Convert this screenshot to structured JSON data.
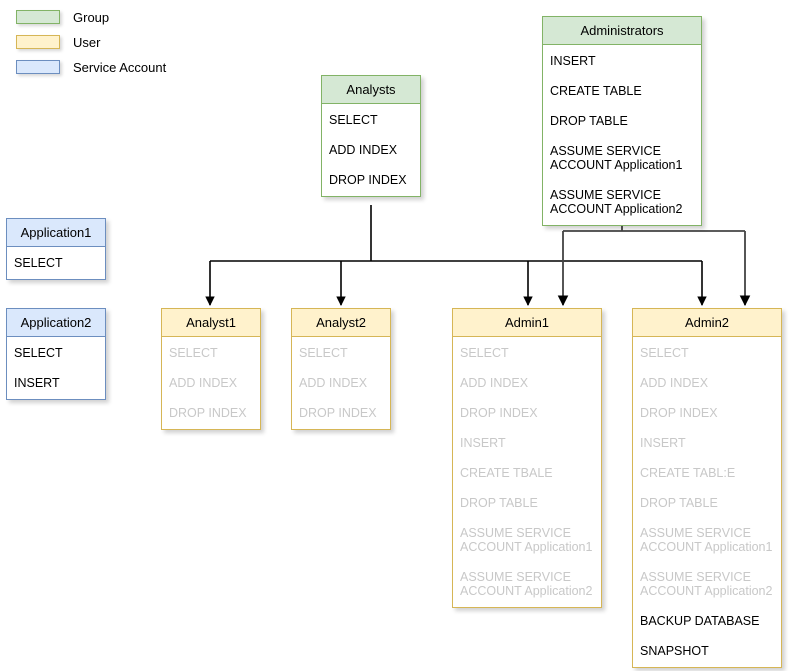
{
  "legend": {
    "items": [
      {
        "label": "Group",
        "color": "#d5e8d4",
        "border": "#82b366"
      },
      {
        "label": "User",
        "color": "#fff2cc",
        "border": "#d6b656"
      },
      {
        "label": "Service Account",
        "color": "#dae8fc",
        "border": "#6c8ebf"
      }
    ]
  },
  "nodes": {
    "analysts": {
      "title": "Analysts",
      "type": "Group",
      "permissions": [
        {
          "text": "SELECT",
          "inherited": false
        },
        {
          "text": "ADD INDEX",
          "inherited": false
        },
        {
          "text": "DROP INDEX",
          "inherited": false
        }
      ]
    },
    "administrators": {
      "title": "Administrators",
      "type": "Group",
      "permissions": [
        {
          "text": "INSERT",
          "inherited": false
        },
        {
          "text": "CREATE TABLE",
          "inherited": false
        },
        {
          "text": "DROP TABLE",
          "inherited": false
        },
        {
          "text": "ASSUME SERVICE\nACCOUNT Application1",
          "inherited": false
        },
        {
          "text": "ASSUME SERVICE\nACCOUNT Application2",
          "inherited": false
        }
      ]
    },
    "application1": {
      "title": "Application1",
      "type": "Service Account",
      "permissions": [
        {
          "text": "SELECT",
          "inherited": false
        }
      ]
    },
    "application2": {
      "title": "Application2",
      "type": "Service Account",
      "permissions": [
        {
          "text": "SELECT",
          "inherited": false
        },
        {
          "text": "INSERT",
          "inherited": false
        }
      ]
    },
    "analyst1": {
      "title": "Analyst1",
      "type": "User",
      "permissions": [
        {
          "text": "SELECT",
          "inherited": true
        },
        {
          "text": "ADD INDEX",
          "inherited": true
        },
        {
          "text": "DROP INDEX",
          "inherited": true
        }
      ]
    },
    "analyst2": {
      "title": "Analyst2",
      "type": "User",
      "permissions": [
        {
          "text": "SELECT",
          "inherited": true
        },
        {
          "text": "ADD INDEX",
          "inherited": true
        },
        {
          "text": "DROP INDEX",
          "inherited": true
        }
      ]
    },
    "admin1": {
      "title": "Admin1",
      "type": "User",
      "permissions": [
        {
          "text": "SELECT",
          "inherited": true
        },
        {
          "text": "ADD INDEX",
          "inherited": true
        },
        {
          "text": "DROP INDEX",
          "inherited": true
        },
        {
          "text": "INSERT",
          "inherited": true
        },
        {
          "text": "CREATE TBALE",
          "inherited": true
        },
        {
          "text": "DROP TABLE",
          "inherited": true
        },
        {
          "text": "ASSUME SERVICE\nACCOUNT Application1",
          "inherited": true
        },
        {
          "text": "ASSUME SERVICE\nACCOUNT Application2",
          "inherited": true
        }
      ]
    },
    "admin2": {
      "title": "Admin2",
      "type": "User",
      "permissions": [
        {
          "text": "SELECT",
          "inherited": true
        },
        {
          "text": "ADD INDEX",
          "inherited": true
        },
        {
          "text": "DROP INDEX",
          "inherited": true
        },
        {
          "text": "INSERT",
          "inherited": true
        },
        {
          "text": "CREATE TABL:E",
          "inherited": true
        },
        {
          "text": "DROP TABLE",
          "inherited": true
        },
        {
          "text": "ASSUME SERVICE\nACCOUNT Application1",
          "inherited": true
        },
        {
          "text": "ASSUME SERVICE\nACCOUNT Application2",
          "inherited": true
        },
        {
          "text": "BACKUP DATABASE",
          "inherited": false
        },
        {
          "text": "SNAPSHOT",
          "inherited": false
        }
      ]
    }
  },
  "edges": [
    {
      "from": "analysts",
      "to": "analyst1"
    },
    {
      "from": "analysts",
      "to": "analyst2"
    },
    {
      "from": "analysts",
      "to": "admin1"
    },
    {
      "from": "analysts",
      "to": "admin2"
    },
    {
      "from": "administrators",
      "to": "admin1"
    },
    {
      "from": "administrators",
      "to": "admin2"
    }
  ],
  "edge_color": "#000000"
}
